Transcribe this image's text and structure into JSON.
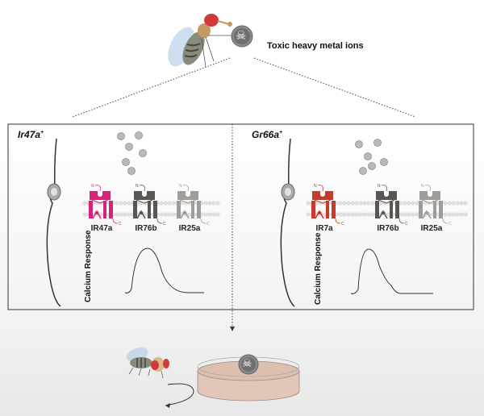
{
  "header": {
    "title": "Toxic heavy metal ions",
    "toxic_icon": "skull-crossbones-icon"
  },
  "panels": [
    {
      "title": "Ir47a",
      "title_sup": "+",
      "receptors": [
        {
          "label": "IR47a",
          "color": "#d6237a"
        },
        {
          "label": "IR76b",
          "color": "#5a5654"
        },
        {
          "label": "IR25a",
          "color": "#a09c99"
        }
      ],
      "y_label": "Calcium Response",
      "ion_count": 6
    },
    {
      "title": "Gr66a",
      "title_sup": "+",
      "receptors": [
        {
          "label": "IR7a",
          "color": "#c73b2e"
        },
        {
          "label": "IR76b",
          "color": "#5a5654"
        },
        {
          "label": "IR25a",
          "color": "#a09c99"
        }
      ],
      "y_label": "Calcium Response",
      "ion_count": 6
    }
  ],
  "receptor_terminals": {
    "n": "N",
    "c": "C"
  },
  "bottom": {
    "dish_icon": "petri-dish-icon",
    "toxic_icon": "skull-crossbones-icon",
    "fly_icon": "fruit-fly-icon",
    "avoid_arrow": "curved-arrow-icon"
  }
}
